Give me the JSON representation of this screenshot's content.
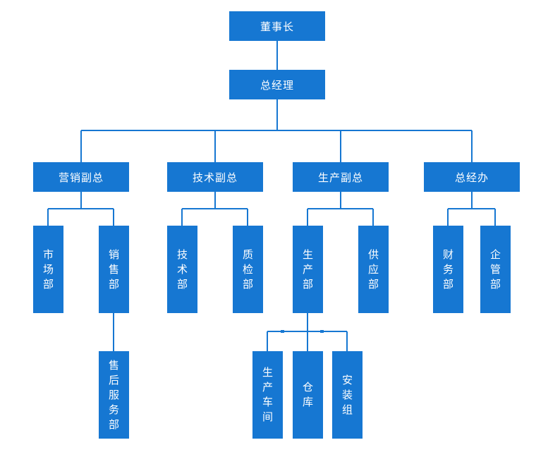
{
  "org_chart": {
    "chairman": "董事长",
    "general_manager": "总经理",
    "vp_marketing": "营销副总",
    "vp_technology": "技术副总",
    "vp_production": "生产副总",
    "general_office": "总经办",
    "dept_market": "市场部",
    "dept_sales": "销售部",
    "dept_after_sales": "售后服务部",
    "dept_tech": "技术部",
    "dept_quality": "质检部",
    "dept_production": "生产部",
    "dept_supply": "供应部",
    "dept_finance": "财务部",
    "dept_admin": "企管部",
    "unit_workshop": "生产车间",
    "unit_warehouse": "仓库",
    "unit_assembly": "安装组"
  },
  "colors": {
    "node_fill": "#1677d2",
    "node_text": "#ffffff",
    "connector": "#1677d2"
  }
}
